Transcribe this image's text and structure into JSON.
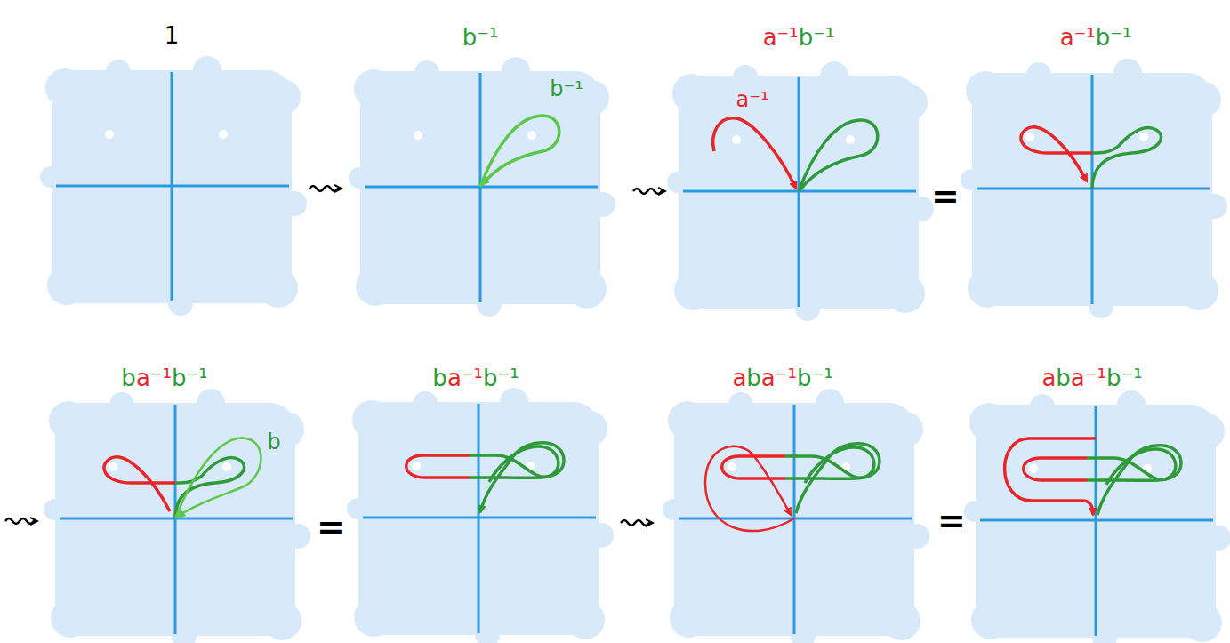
{
  "diagram": {
    "labels": [
      "1",
      "b⁻¹",
      "b⁻¹",
      "a⁻¹b⁻¹",
      "a⁻¹",
      "=",
      "a⁻¹b⁻¹",
      "ba⁻¹b⁻¹",
      "b",
      "=",
      "ba⁻¹b⁻¹",
      "aba⁻¹b⁻¹",
      "=",
      "aba⁻¹b⁻¹"
    ]
  }
}
